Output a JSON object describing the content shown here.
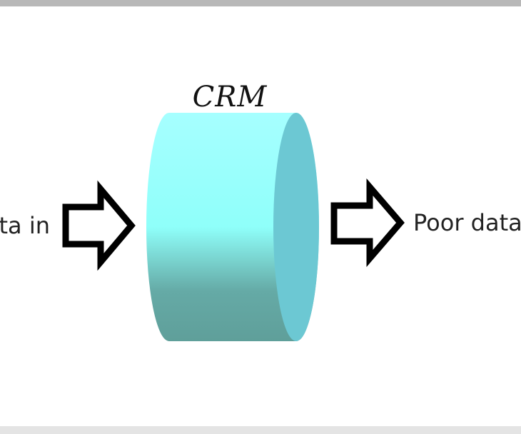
{
  "diagram": {
    "system_label": "CRM",
    "input_label": "Data in",
    "output_label": "Poor data"
  },
  "colors": {
    "cylinder_top": "#a6ffff",
    "cylinder_middle": "#8ffffa",
    "cylinder_bottom": "#5fa7a1",
    "cylinder_face": "#6cc8d3",
    "arrow_stroke": "#000000"
  },
  "icons": {
    "input_arrow": "right-arrow-outline-icon",
    "output_arrow": "right-arrow-outline-icon",
    "system": "cylinder-icon"
  }
}
